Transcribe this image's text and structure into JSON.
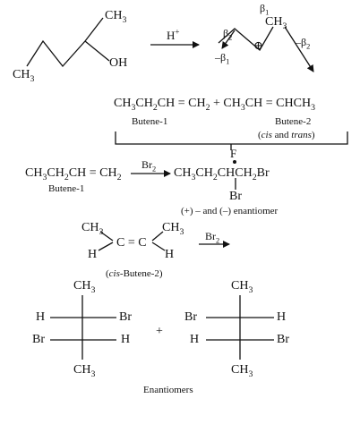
{
  "reaction_scheme": {
    "alcohol": {
      "ch3_top": "CH3",
      "ch3_bottom": "CH3",
      "oh": "OH"
    },
    "step1_reagent": "H+",
    "carbocation": {
      "beta1": "β1",
      "ch3": "CH3",
      "beta2_left": "β2",
      "charge": "⊕",
      "minus_beta1": "–β1",
      "minus_beta2": "–β2"
    },
    "alkene_products": {
      "equation": "CH3CH2CH = CH2 + CH3CH = CHCH3",
      "butene1_label": "Butene-1",
      "butene2_label": "Butene-2",
      "butene2_note_open": "(",
      "butene2_note_cis": "cis",
      "butene2_note_and": " and ",
      "butene2_note_trans": "trans",
      "butene2_note_close": ")"
    },
    "bromination_1": {
      "reactant": "CH3CH2CH = CH2",
      "reactant_label": "Butene-1",
      "reagent": "Br2",
      "product": "CH3CH2CHCH2Br",
      "product_star_label": "F",
      "product_br": "Br",
      "enantiomer_note": "(+) – and  (–) enantiomer"
    },
    "bromination_2": {
      "ch3_left": "CH3",
      "ch3_right": "CH3",
      "c_eq_c": "C = C",
      "h_left": "H",
      "h_right": "H",
      "reagent": "Br2",
      "label_open": "(",
      "label_cis": "cis",
      "label_rest": "-Butene-2)"
    },
    "fischer_left": {
      "top": "CH3",
      "row1_left": "H",
      "row1_right": "Br",
      "row2_left": "Br",
      "row2_right": "H",
      "bottom": "CH3"
    },
    "plus": "+",
    "fischer_right": {
      "top": "CH3",
      "row1_left": "Br",
      "row1_right": "H",
      "row2_left": "H",
      "row2_right": "Br",
      "bottom": "CH3"
    },
    "caption": "Enantiomers"
  }
}
